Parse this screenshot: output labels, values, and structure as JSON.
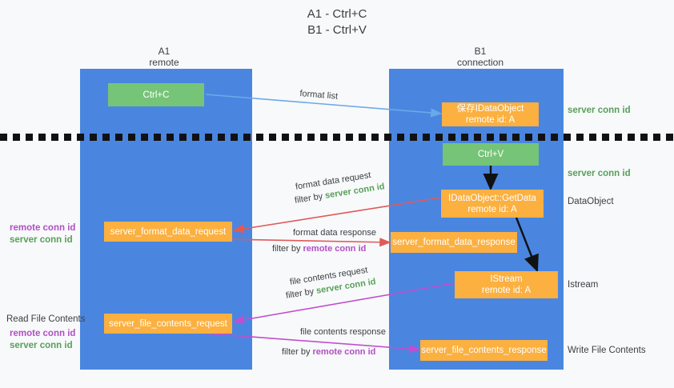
{
  "title": {
    "line1": "A1 - Ctrl+C",
    "line2": "B1 - Ctrl+V"
  },
  "columns": [
    {
      "id": "a1",
      "name": "A1",
      "sub": "remote"
    },
    {
      "id": "b1",
      "name": "B1",
      "sub": "connection"
    }
  ],
  "nodes": {
    "ctrl_c": "Ctrl+C",
    "ctrl_v": "Ctrl+V",
    "save_idataobject_l1": "保存IDataObject",
    "save_idataobject_l2": "remote id: A",
    "getdata_l1": "IDataObject::GetData",
    "getdata_l2": "remote id: A",
    "istream_l1": "IStream",
    "istream_l2": "remote id: A",
    "server_format_data_request": "server_format_data_request",
    "server_format_data_response": "server_format_data_response",
    "server_file_contents_request": "server_file_contents_request",
    "server_file_contents_response": "server_file_contents_response"
  },
  "right_labels": {
    "server_conn_id_top": "server conn id",
    "server_conn_id_mid": "server conn id",
    "dataobject": "DataObject",
    "istream": "Istream",
    "write_file_contents": "Write File Contents"
  },
  "left_labels": {
    "format_remote": "remote conn id",
    "format_server": "server conn id",
    "read_file_contents": "Read File Contents",
    "file_remote": "remote conn id",
    "file_server": "server conn id"
  },
  "edges": {
    "format_list": "format list",
    "format_data_request": "format data request",
    "format_data_request_filter_pre": "filter by ",
    "format_data_request_filter_key": "server conn id",
    "format_data_response": "format data response",
    "format_data_response_filter_pre": "filter by ",
    "format_data_response_filter_key": "remote conn id",
    "file_contents_request": "file contents request",
    "file_contents_request_filter_pre": "filter by ",
    "file_contents_request_filter_key": "server conn id",
    "file_contents_response": "file contents response",
    "file_contents_response_filter_pre": "filter by ",
    "file_contents_response_filter_key": "remote conn id"
  },
  "colors": {
    "column": "#4a86e0",
    "node_orange": "#fbb040",
    "node_green": "#76c477",
    "arrow_blue": "#6aa9e9",
    "arrow_red": "#e05a5a",
    "arrow_magenta": "#c04fd0",
    "arrow_black": "#111111",
    "text_green": "#57a05a",
    "text_purple": "#b04fc4"
  }
}
